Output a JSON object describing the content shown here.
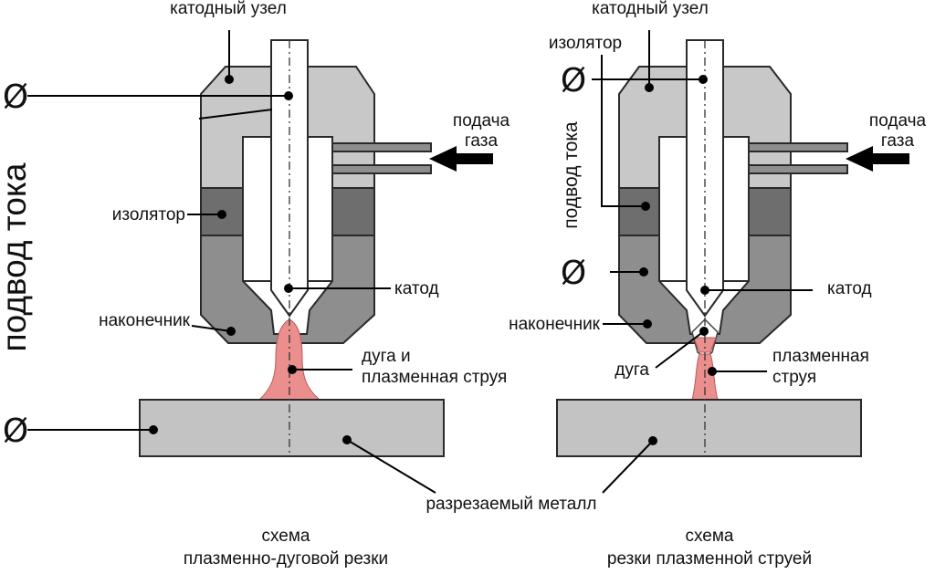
{
  "colors": {
    "cathode_body": "#c8c8c8",
    "nozzle": "#8e8e8e",
    "insulator": "#6e6e6e",
    "metal": "#c3c3c3",
    "plasma": "#ea8e8e",
    "electrode": "#ffffff"
  },
  "symbols": {
    "ground": "Ø"
  },
  "left": {
    "cathode_assembly": "катодный узел",
    "current_supply": "подвод тока",
    "gas_supply_1": "подача",
    "gas_supply_2": "газа",
    "insulator": "изолятор",
    "cathode": "катод",
    "nozzle": "наконечник",
    "arc_jet_1": "дуга и",
    "arc_jet_2": "плазменная струя",
    "caption_1": "схема",
    "caption_2": "плазменно-дуговой резки"
  },
  "right": {
    "cathode_assembly": "катодный узел",
    "insulator": "изолятор",
    "current_supply": "подвод тока",
    "gas_supply_1": "подача",
    "gas_supply_2": "газа",
    "cathode": "катод",
    "nozzle": "наконечник",
    "arc": "дуга",
    "plasma_jet_1": "плазменная",
    "plasma_jet_2": "струя",
    "caption_1": "схема",
    "caption_2": "резки плазменной струей"
  },
  "shared": {
    "cut_metal": "разрезаемый металл"
  }
}
